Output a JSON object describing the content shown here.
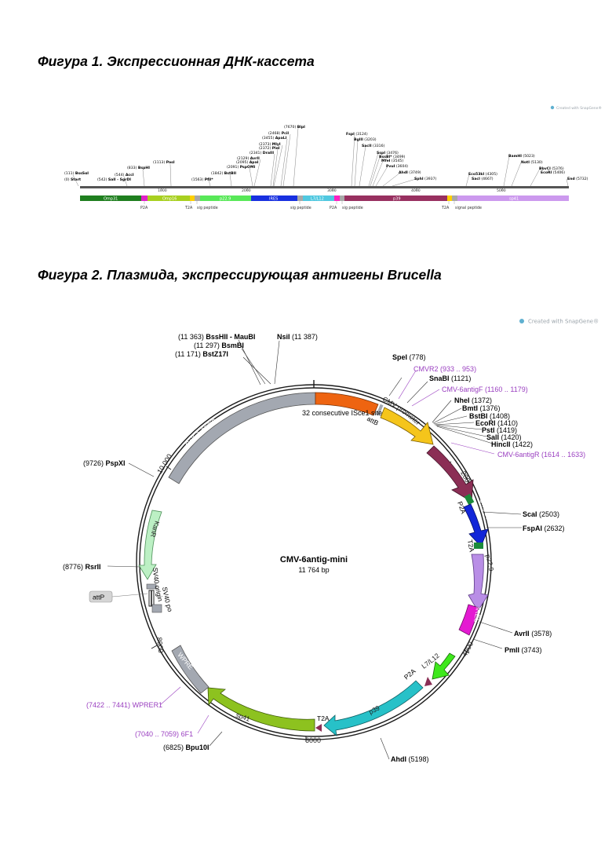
{
  "figure1": {
    "title": "Фигура 1. Экспрессионная ДНК-кассета",
    "created_with": "Created with SnapGene®",
    "ticks": [
      "1000",
      "2000",
      "3000",
      "4000",
      "5000"
    ],
    "enzymes": [
      {
        "pos": "(111)",
        "name": "BssSαI"
      },
      {
        "pos": "(0)",
        "name": "Start"
      },
      {
        "pos": "(544)",
        "name": "AccI"
      },
      {
        "pos": "(542)",
        "name": "SalI - SgrDI"
      },
      {
        "pos": "(833)",
        "name": "BspHI"
      },
      {
        "pos": "(1113)",
        "name": "PasI"
      },
      {
        "pos": "(1563)",
        "name": "PflI*"
      },
      {
        "pos": "(1842)",
        "name": "BstBII"
      },
      {
        "pos": "(2091)",
        "name": "PspOMI"
      },
      {
        "pos": "(2095)",
        "name": "ApaI"
      },
      {
        "pos": "(2129)",
        "name": "AvrII"
      },
      {
        "pos": "(2341)",
        "name": "DraIII"
      },
      {
        "pos": "(2372)",
        "name": "PleI"
      },
      {
        "pos": "(2373)",
        "name": "MlyI"
      },
      {
        "pos": "(3455)",
        "name": "ApaLI"
      },
      {
        "pos": "(2468)",
        "name": "PciI"
      },
      {
        "pos": "(7670)",
        "name": "BlpI"
      },
      {
        "pos": "(3124)",
        "name": "FspI"
      },
      {
        "pos": "(3203)",
        "name": "BglII"
      },
      {
        "pos": "(3316)",
        "name": "SacII"
      },
      {
        "pos": "(3476)",
        "name": "SspI"
      },
      {
        "pos": "(3499)",
        "name": "BssBI*"
      },
      {
        "pos": "(3545)",
        "name": "MfeI"
      },
      {
        "pos": "(3604)",
        "name": "PvuI"
      },
      {
        "pos": "(3749)",
        "name": "AhdI"
      },
      {
        "pos": "(3937)",
        "name": "SphI"
      },
      {
        "pos": "(4305)",
        "name": "Eco53kI"
      },
      {
        "pos": "(4667)",
        "name": "SacI"
      },
      {
        "pos": "(5023)",
        "name": "BamHI"
      },
      {
        "pos": "(5130)",
        "name": "NotI"
      },
      {
        "pos": "(5376)",
        "name": "BbvCI"
      },
      {
        "pos": "(5406)",
        "name": "EcoRI"
      },
      {
        "pos": "(5732)",
        "name": "End"
      }
    ],
    "features": [
      {
        "label": "Omp31",
        "color": "#1f7f1f"
      },
      {
        "label": "",
        "color": "#e020c8"
      },
      {
        "label": "Omp16",
        "color": "#a8d020"
      },
      {
        "label": "",
        "color": "#ffd000"
      },
      {
        "label": "",
        "color": "#a8a8a8"
      },
      {
        "label": "p22.9",
        "color": "#58e858"
      },
      {
        "label": "IRES",
        "color": "#1830e0"
      },
      {
        "label": "",
        "color": "#a8a8a8"
      },
      {
        "label": "L7/L12",
        "color": "#50c8e0"
      },
      {
        "label": "",
        "color": "#ff20c0"
      },
      {
        "label": "",
        "color": "#a8a8a8"
      },
      {
        "label": "p39",
        "color": "#983060"
      },
      {
        "label": "",
        "color": "#ffd000"
      },
      {
        "label": "",
        "color": "#a8a8a8"
      },
      {
        "label": "sp41",
        "color": "#cc99ee"
      }
    ],
    "feature_notes": [
      "P2A",
      "T2A",
      "sig peptide",
      "sig peptide",
      "P2A",
      "sig peptide",
      "T2A",
      "signal peptide"
    ]
  },
  "figure2": {
    "title": "Фигура 2. Плазмида, экспрессирующая антигены Brucella",
    "created_with": "Created with SnapGene®",
    "plasmid_name": "CMV-6antig-mini",
    "plasmid_size": "11 764 bp",
    "ticks": [
      "2000",
      "4000",
      "6000",
      "8000",
      "10 000"
    ],
    "site_labels": [
      {
        "pos": "(11 363)",
        "name": "BssHII - MauBI"
      },
      {
        "pos": "(11 297)",
        "name": "BsmBI"
      },
      {
        "pos": "(11 171)",
        "name": "BstZ17I"
      },
      {
        "name": "NsiI",
        "pos": "(11 387)"
      },
      {
        "name": "SpeI",
        "pos": "(778)"
      },
      {
        "name": "CMVR2",
        "pos": "(933 .. 953)"
      },
      {
        "name": "SnaBI",
        "pos": "(1121)"
      },
      {
        "name": "CMV-6antigF",
        "pos": "(1160 .. 1179)"
      },
      {
        "name": "NheI",
        "pos": "(1372)"
      },
      {
        "name": "BmtI",
        "pos": "(1376)"
      },
      {
        "name": "BstBI",
        "pos": "(1408)"
      },
      {
        "name": "EcoRI",
        "pos": "(1410)"
      },
      {
        "name": "PstI",
        "pos": "(1419)"
      },
      {
        "name": "SalI",
        "pos": "(1420)"
      },
      {
        "name": "HincII",
        "pos": "(1422)"
      },
      {
        "name": "CMV-6antigR",
        "pos": "(1614 .. 1633)"
      },
      {
        "name": "ScaI",
        "pos": "(2503)"
      },
      {
        "name": "FspAI",
        "pos": "(2632)"
      },
      {
        "name": "AvrII",
        "pos": "(3578)"
      },
      {
        "name": "PmlI",
        "pos": "(3743)"
      },
      {
        "name": "AhdI",
        "pos": "(5198)"
      },
      {
        "pos": "(6825)",
        "name": "Bpu10I"
      },
      {
        "pos": "(7040 .. 7059)",
        "name": "6F1"
      },
      {
        "pos": "(7422 .. 7441)",
        "name": "WPRER1"
      },
      {
        "pos": "(8776)",
        "name": "RsrII"
      },
      {
        "pos": "(9726)",
        "name": "PspXI"
      }
    ],
    "feature_labels": {
      "isce": "32 consecutive ISce1 sites",
      "attb": "attB",
      "cmv": "CMV promoter",
      "omp31": "Omp31",
      "p2a_1": "P2A",
      "omp16": "Omp16",
      "t2a_1": "T2A",
      "p229": "p22.9",
      "ires": "IRES",
      "l7l12": "L7/L12",
      "p2a_2": "P2A",
      "p39": "p39",
      "t2a_2": "T2A",
      "sp41": "sp41",
      "wpre": "WPRE",
      "sv40ori": "SV40 origin",
      "sv40poly": "SV40 poly",
      "attp": "attP",
      "kanr": "KanR",
      "coe1": "ColE1 origin"
    },
    "colors": {
      "cmv": "#f5c51b",
      "omp31": "#8b2e55",
      "omp16": "#1226d8",
      "p229": "#b98ee6",
      "ires": "#e41ad2",
      "l7l12": "#3ee81c",
      "p39": "#27c1c8",
      "sp41": "#8dc21f",
      "wpre": "#a3a8b1",
      "kanr": "#bcf0c4",
      "coe1": "#a3a8b1",
      "isce": "#ee6411",
      "green_marker": "#1a8a3a",
      "primer": "#9a3fc0"
    }
  }
}
